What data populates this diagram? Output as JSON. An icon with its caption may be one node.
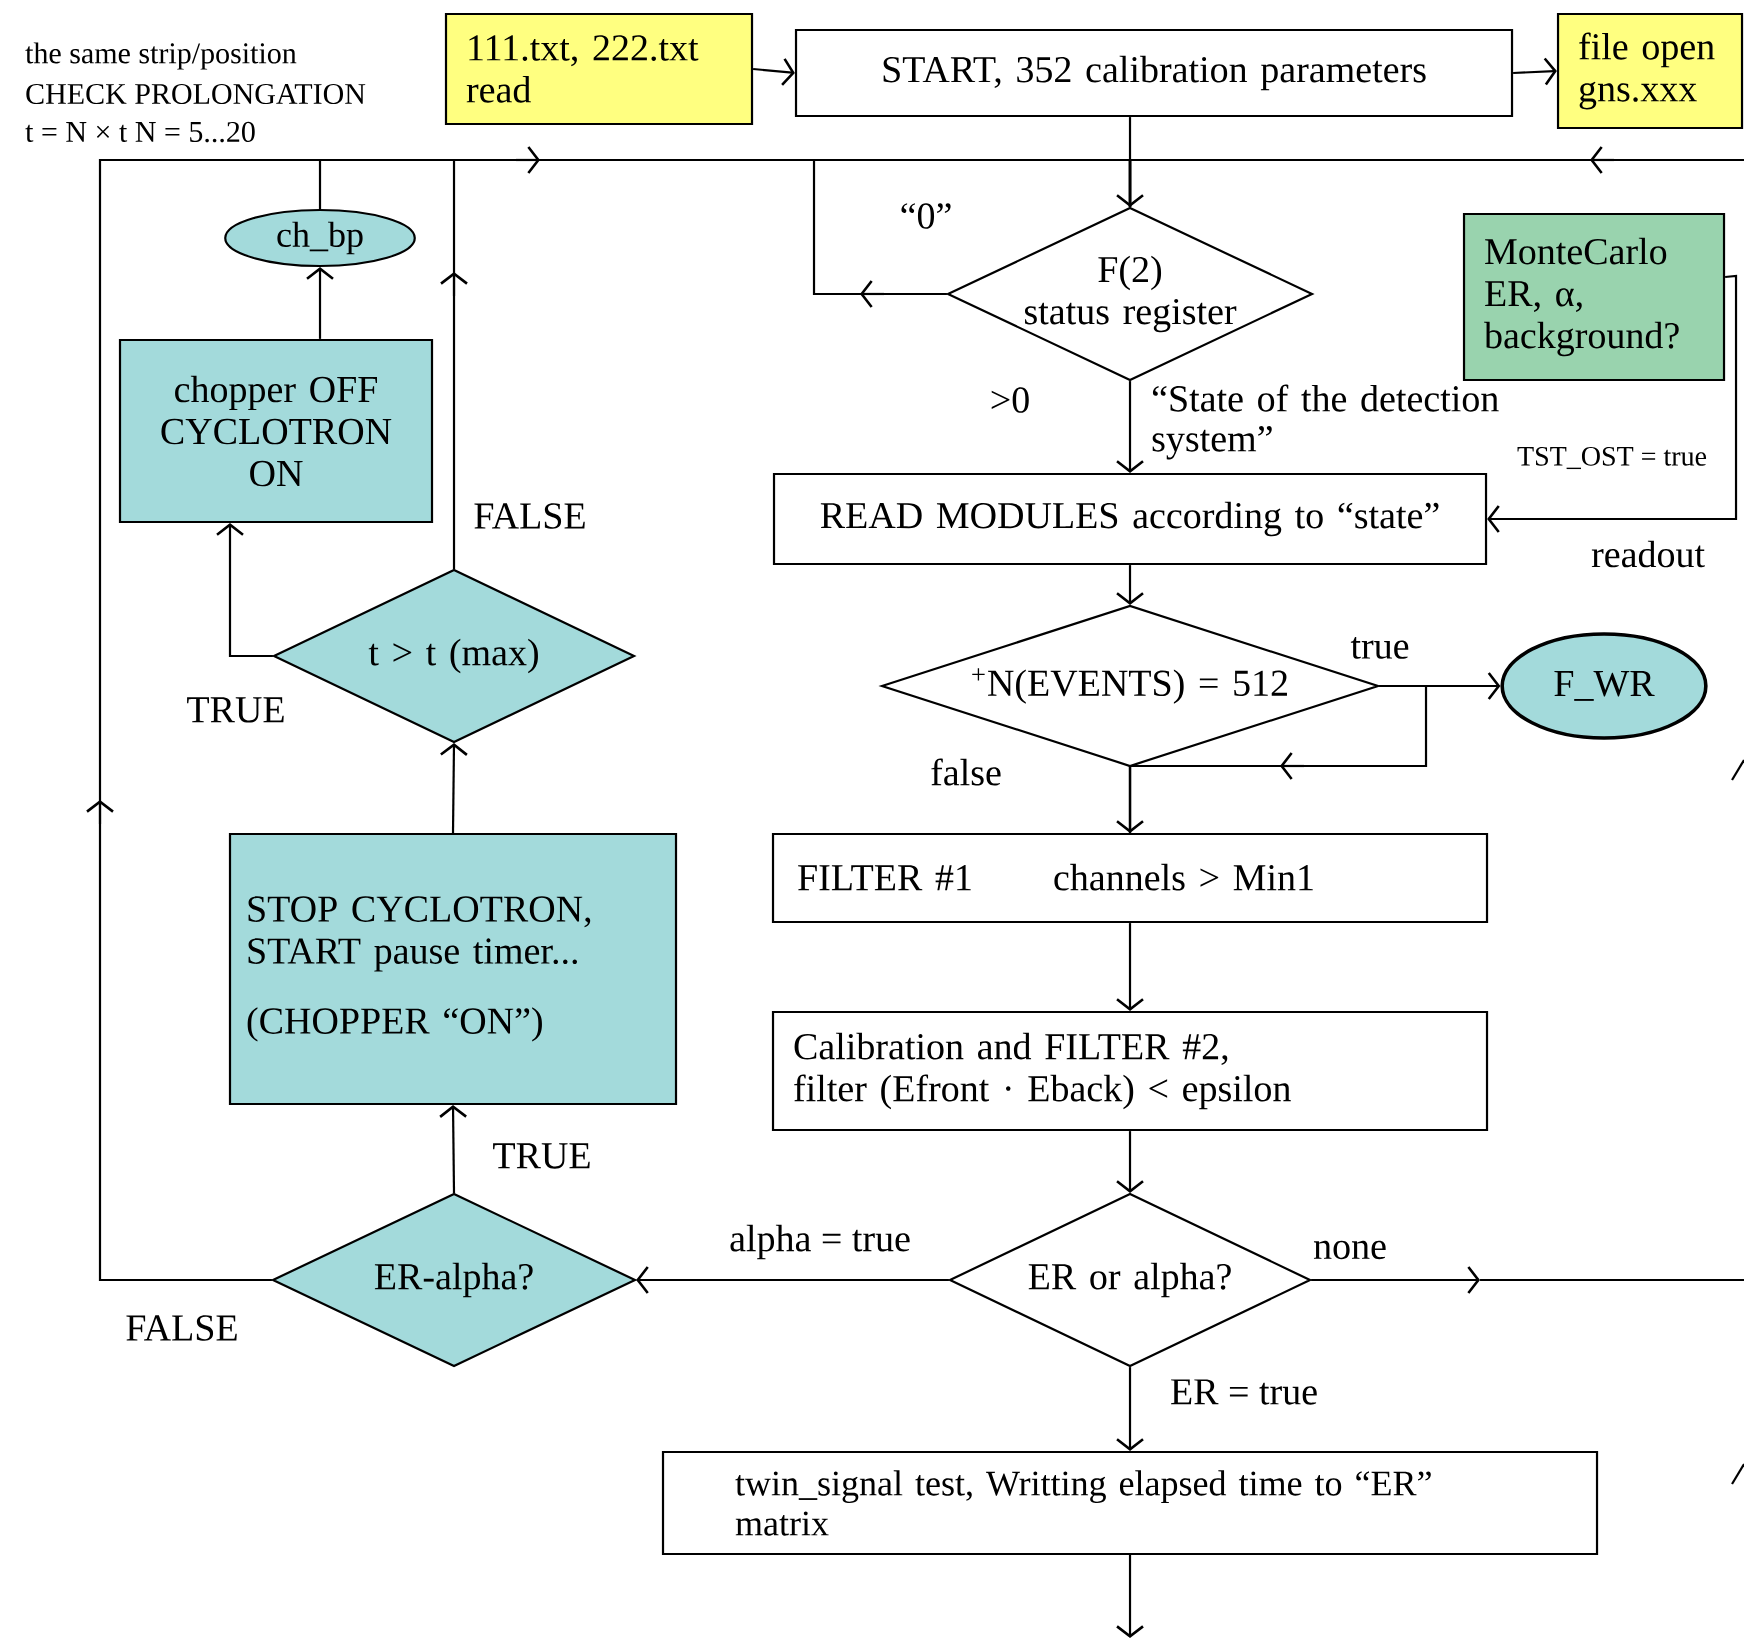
{
  "diagram": {
    "nodes": [
      {
        "text": [
          "111.txt, 222.txt read"
        ]
      },
      {
        "text": [
          "START,  352 calibration parameters"
        ]
      },
      {
        "text": [
          "file open gns.xxx"
        ]
      },
      {
        "text": [
          "F(2)",
          "status register"
        ]
      },
      {
        "text": [
          "MonteCarlo ER, α, background?"
        ]
      },
      {
        "text": [
          "READ MODULES according to “state”"
        ]
      },
      {
        "text": [
          "$^{+}$N(EVENTS) = 512"
        ]
      },
      {
        "text": [
          "F_WR"
        ]
      },
      {
        "text": [
          "FILTER #1",
          "channels > Min1"
        ]
      },
      {
        "text": [
          "Calibration and FILTER #2,",
          "filter (Efront · Eback) < epsilon"
        ]
      },
      {
        "text": [
          "ER or alpha?"
        ]
      },
      {
        "text": [
          "ER-alpha?"
        ]
      },
      {
        "text": [
          "STOP CYCLOTRON, START pause timer...",
          "(CHOPPER “ON”)"
        ]
      },
      {
        "text": [
          "t > t (max)"
        ]
      },
      {
        "text": [
          "chopper OFF CYCLOTRON ON"
        ]
      },
      {
        "text": [
          "ch_bp"
        ]
      },
      {
        "text": [
          "twin_signal test, Writting elapsed time to “ER” matrix"
        ]
      }
    ],
    "edges": [
      {
        "from": 0,
        "to": 1,
        "arrow": "to"
      },
      {
        "from": 1,
        "to": 2,
        "arrow": "to"
      },
      {
        "from": 1,
        "to": 3,
        "arrow": "to"
      },
      {
        "from": 3,
        "to": 3,
        "arrow": "to",
        "label": "“0”"
      },
      {
        "from": 3,
        "to": 5,
        "arrow": "to",
        "label": ">0"
      },
      {
        "from": 4,
        "to": 5,
        "arrow": "to",
        "label": "TST_OST = true"
      },
      {
        "from": 5,
        "to": 6,
        "arrow": "to"
      },
      {
        "from": 6,
        "to": 7,
        "arrow": "to",
        "label": "true"
      },
      {
        "from": 6,
        "to": 8,
        "arrow": "to",
        "label": "false"
      },
      {
        "from": 6,
        "to": 8,
        "arrow": "to"
      },
      {
        "from": 8,
        "to": 9,
        "arrow": "to"
      },
      {
        "from": 9,
        "to": 10,
        "arrow": "to"
      },
      {
        "from": 10,
        "to": 11,
        "arrow": "to",
        "label": "alpha = true"
      },
      {
        "from": 10,
        "to": null,
        "arrow": "to",
        "label": "none"
      },
      {
        "from": 10,
        "to": 16,
        "arrow": "to",
        "label": "ER = true"
      },
      {
        "from": 16,
        "to": null,
        "arrow": "to"
      },
      {
        "from": 11,
        "to": 12,
        "arrow": "to",
        "label": "TRUE"
      },
      {
        "from": 11,
        "to": 3,
        "arrow": "to",
        "label": "FALSE"
      },
      {
        "from": 12,
        "to": 13,
        "arrow": "to"
      },
      {
        "from": 13,
        "to": 14,
        "arrow": "to",
        "label": "TRUE"
      },
      {
        "from": 13,
        "to": 3,
        "arrow": "to",
        "label": "FALSE"
      },
      {
        "from": 14,
        "to": 15,
        "arrow": "to"
      },
      {
        "from": 15,
        "to": 3,
        "arrow": "to"
      },
      {
        "from": null,
        "to": 3,
        "arrow": "to"
      }
    ],
    "labels": [
      "the same strip/position",
      "CHECK PROLONGATION",
      "t = N × t  N = 5...20",
      "“State of the detection system”",
      "readout"
    ]
  }
}
